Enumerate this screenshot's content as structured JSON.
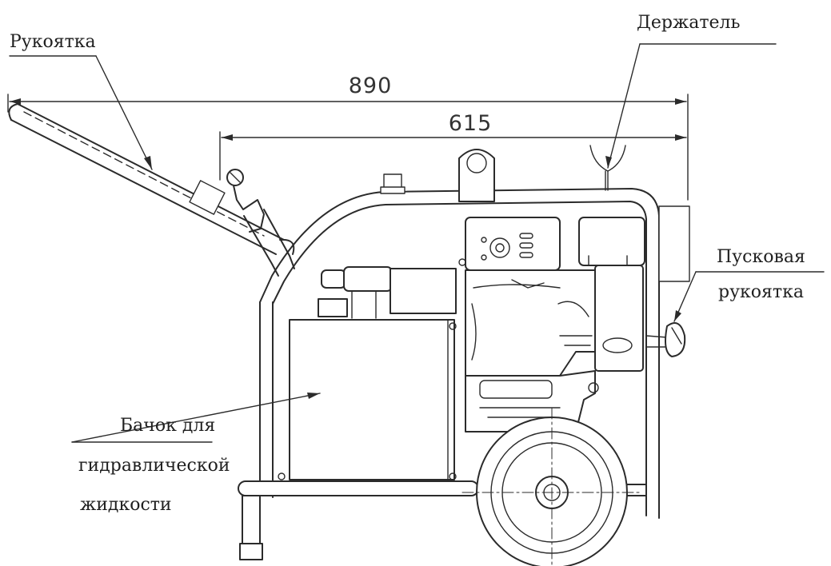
{
  "dimensions": {
    "overall_length": "890",
    "frame_length": "615"
  },
  "labels": {
    "handle": "Рукоятка",
    "holder": "Держатель",
    "starter_line1": "Пусковая",
    "starter_line2": "рукоятка",
    "tank_line1": "Бачок для",
    "tank_line2": "гидравлической",
    "tank_line3": "жидкости"
  }
}
